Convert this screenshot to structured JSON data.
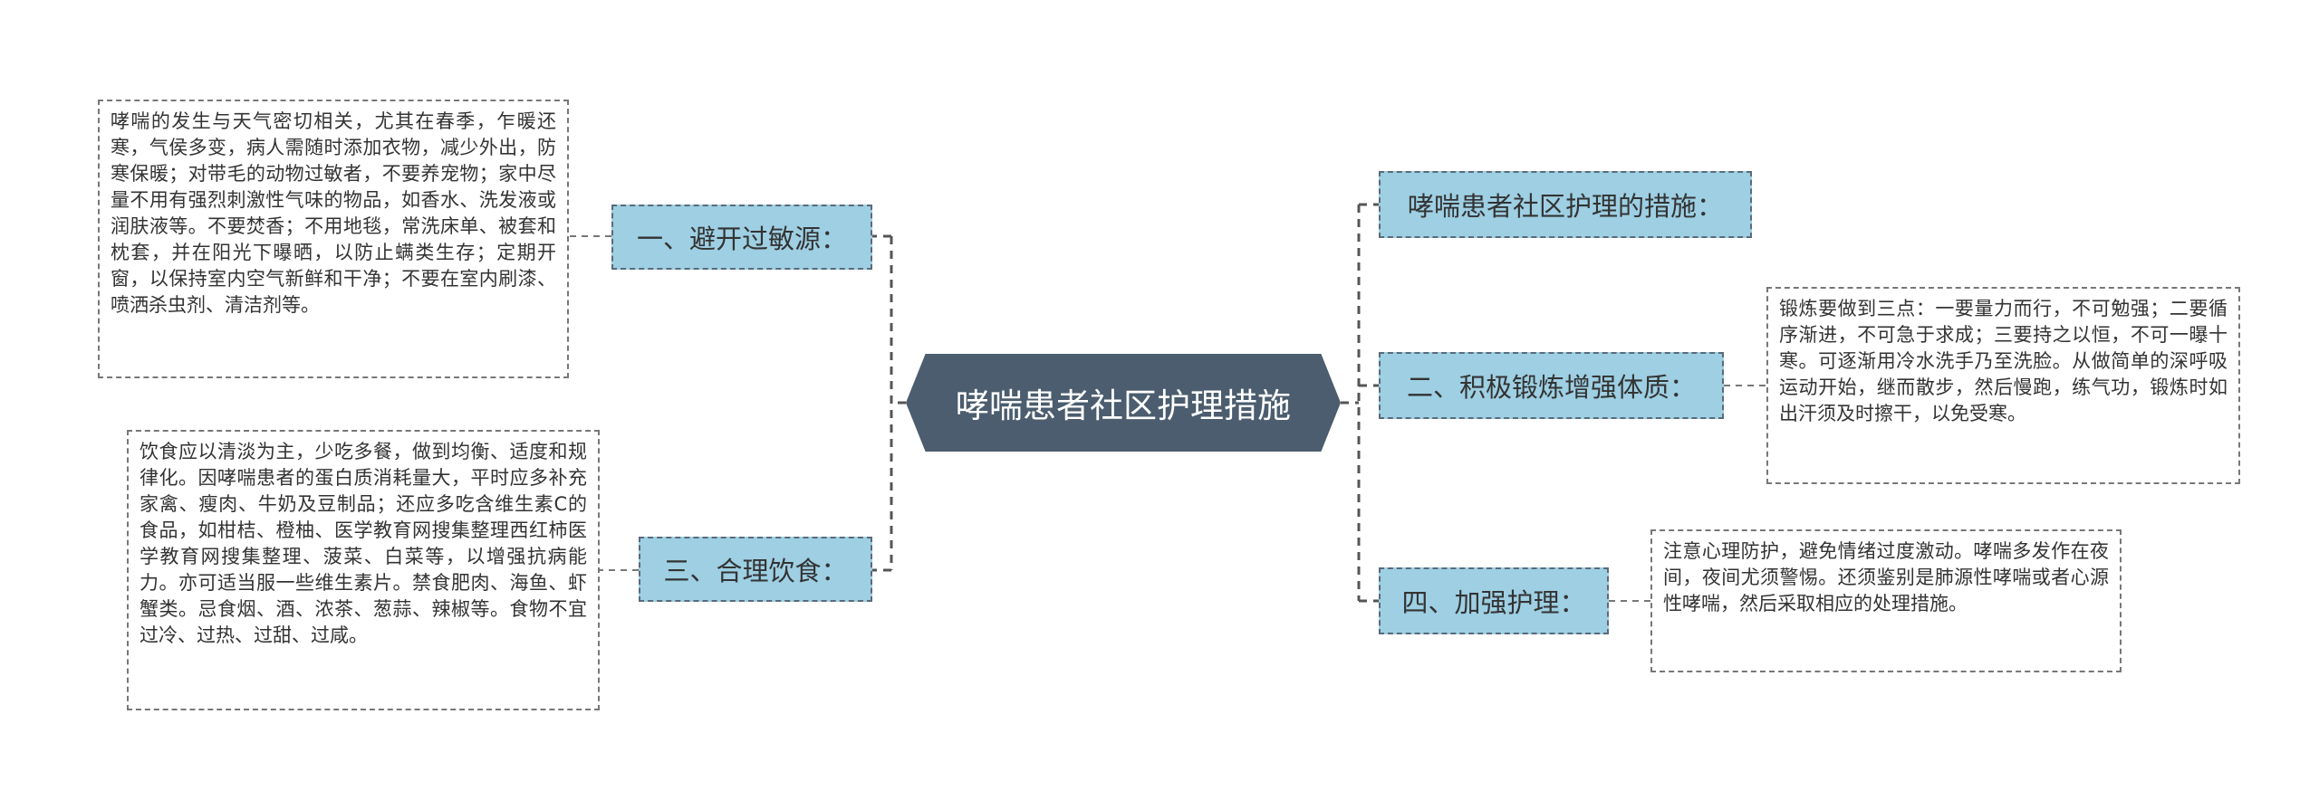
{
  "central": {
    "label": "哮喘患者社区护理措施"
  },
  "topics": {
    "t1": {
      "label": "一、避开过敏源："
    },
    "t2": {
      "label": "三、合理饮食："
    },
    "t3": {
      "label": "哮喘患者社区护理的措施："
    },
    "t4": {
      "label": "二、积极锻炼增强体质："
    },
    "t5": {
      "label": "四、加强护理："
    }
  },
  "leaves": {
    "l1": {
      "text": "哮喘的发生与天气密切相关，尤其在春季，乍暖还寒，气侯多变，病人需随时添加衣物，减少外出，防寒保暖；对带毛的动物过敏者，不要养宠物；家中尽量不用有强烈刺激性气味的物品，如香水、洗发液或润肤液等。不要焚香；不用地毯，常洗床单、被套和枕套，并在阳光下曝晒，以防止螨类生存；定期开窗，以保持室内空气新鲜和干净；不要在室内刷漆、喷洒杀虫剂、清洁剂等。"
    },
    "l2": {
      "text": "饮食应以清淡为主，少吃多餐，做到均衡、适度和规律化。因哮喘患者的蛋白质消耗量大，平时应多补充家禽、瘦肉、牛奶及豆制品；还应多吃含维生素C的食品，如柑桔、橙柚、医学教育网搜集整理西红柿医学教育网搜集整理、菠菜、白菜等，以增强抗病能力。亦可适当服一些维生素片。禁食肥肉、海鱼、虾蟹类。忌食烟、酒、浓茶、葱蒜、辣椒等。食物不宜过冷、过热、过甜、过咸。"
    },
    "l3": {
      "text": "锻炼要做到三点：一要量力而行，不可勉强；二要循序渐进，不可急于求成；三要持之以恒，不可一曝十寒。可逐渐用冷水洗手乃至洗脸。从做简单的深呼吸运动开始，继而散步，然后慢跑，练气功，锻炼时如出汗须及时擦干，以免受寒。"
    },
    "l4": {
      "text": "注意心理防护，避免情绪过度激动。哮喘多发作在夜间，夜间尤须警惕。还须鉴别是肺源性哮喘或者心源性哮喘，然后采取相应的处理措施。"
    }
  },
  "colors": {
    "central_bg": "#4b5d6e",
    "topic_bg": "#9ecfe3",
    "connector": "#555555"
  }
}
